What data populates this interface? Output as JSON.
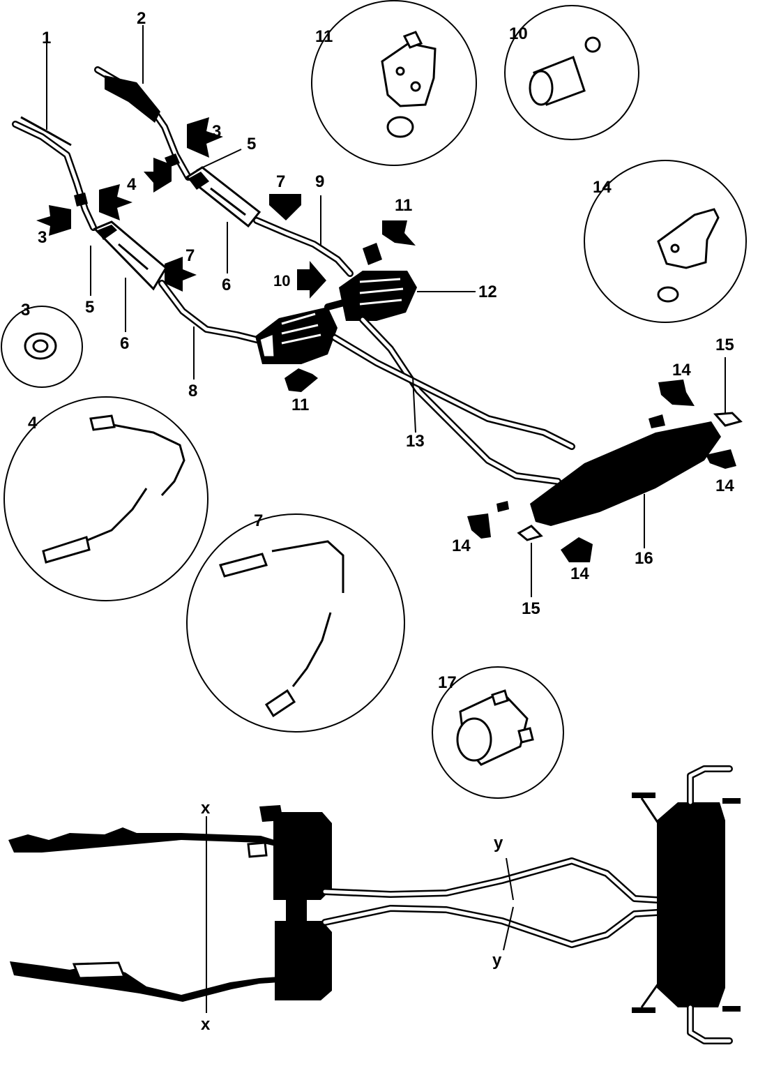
{
  "callouts": {
    "c1": "1",
    "c2": "2",
    "c3a": "3",
    "c3b": "3",
    "c3c": "3",
    "c4a": "4",
    "c4b": "4",
    "c5a": "5",
    "c5b": "5",
    "c6a": "6",
    "c6b": "6",
    "c7a": "7",
    "c7b": "7",
    "c7c": "7",
    "c8": "8",
    "c9": "9",
    "c10a": "10",
    "c10b": "10",
    "c11a": "11",
    "c11b": "11",
    "c11c": "11",
    "c12": "12",
    "c13": "13",
    "c14a": "14",
    "c14b": "14",
    "c14c": "14",
    "c14d": "14",
    "c14e": "14",
    "c15a": "15",
    "c15b": "15",
    "c16": "16",
    "c17": "17"
  },
  "section_marks": {
    "x_top": "x",
    "x_bottom": "x",
    "y_top": "y",
    "y_bottom": "y"
  }
}
